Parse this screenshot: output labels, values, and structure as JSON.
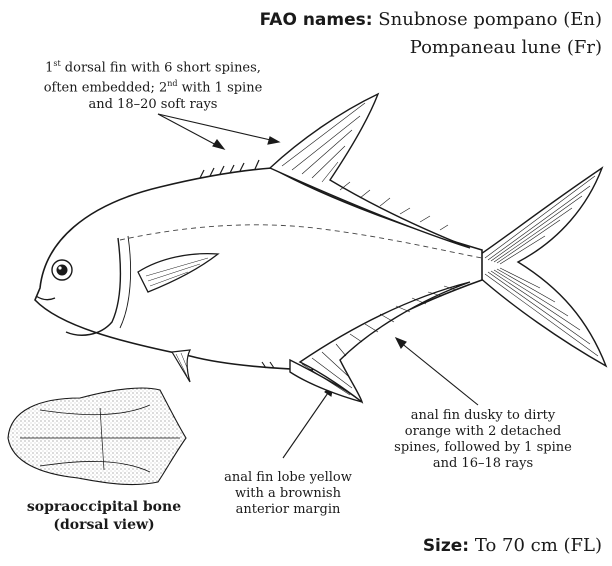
{
  "fao": {
    "label": "FAO names:",
    "name_en": "Snubnose pompano (En)",
    "name_fr": "Pompaneau lune (Fr)"
  },
  "annotations": {
    "dorsal": {
      "line1_pre": "1",
      "line1_sup": "st",
      "line1_post": " dorsal fin with 6 short spines,",
      "line2_pre": "often embedded; 2",
      "line2_sup": "nd",
      "line2_post": " with 1 spine",
      "line3": "and 18–20 soft rays"
    },
    "anal_dusky": {
      "line1": "anal fin dusky to dirty",
      "line2": "orange with 2 detached",
      "line3": "spines, followed by 1 spine",
      "line4": "and 16–18 rays"
    },
    "anal_lobe": {
      "line1": "anal fin lobe yellow",
      "line2": "with a brownish",
      "line3": "anterior margin"
    }
  },
  "bone": {
    "caption_line1": "sopraoccipital bone",
    "caption_line2": "(dorsal view)"
  },
  "size": {
    "label": "Size:",
    "value": "To 70 cm (FL)"
  }
}
